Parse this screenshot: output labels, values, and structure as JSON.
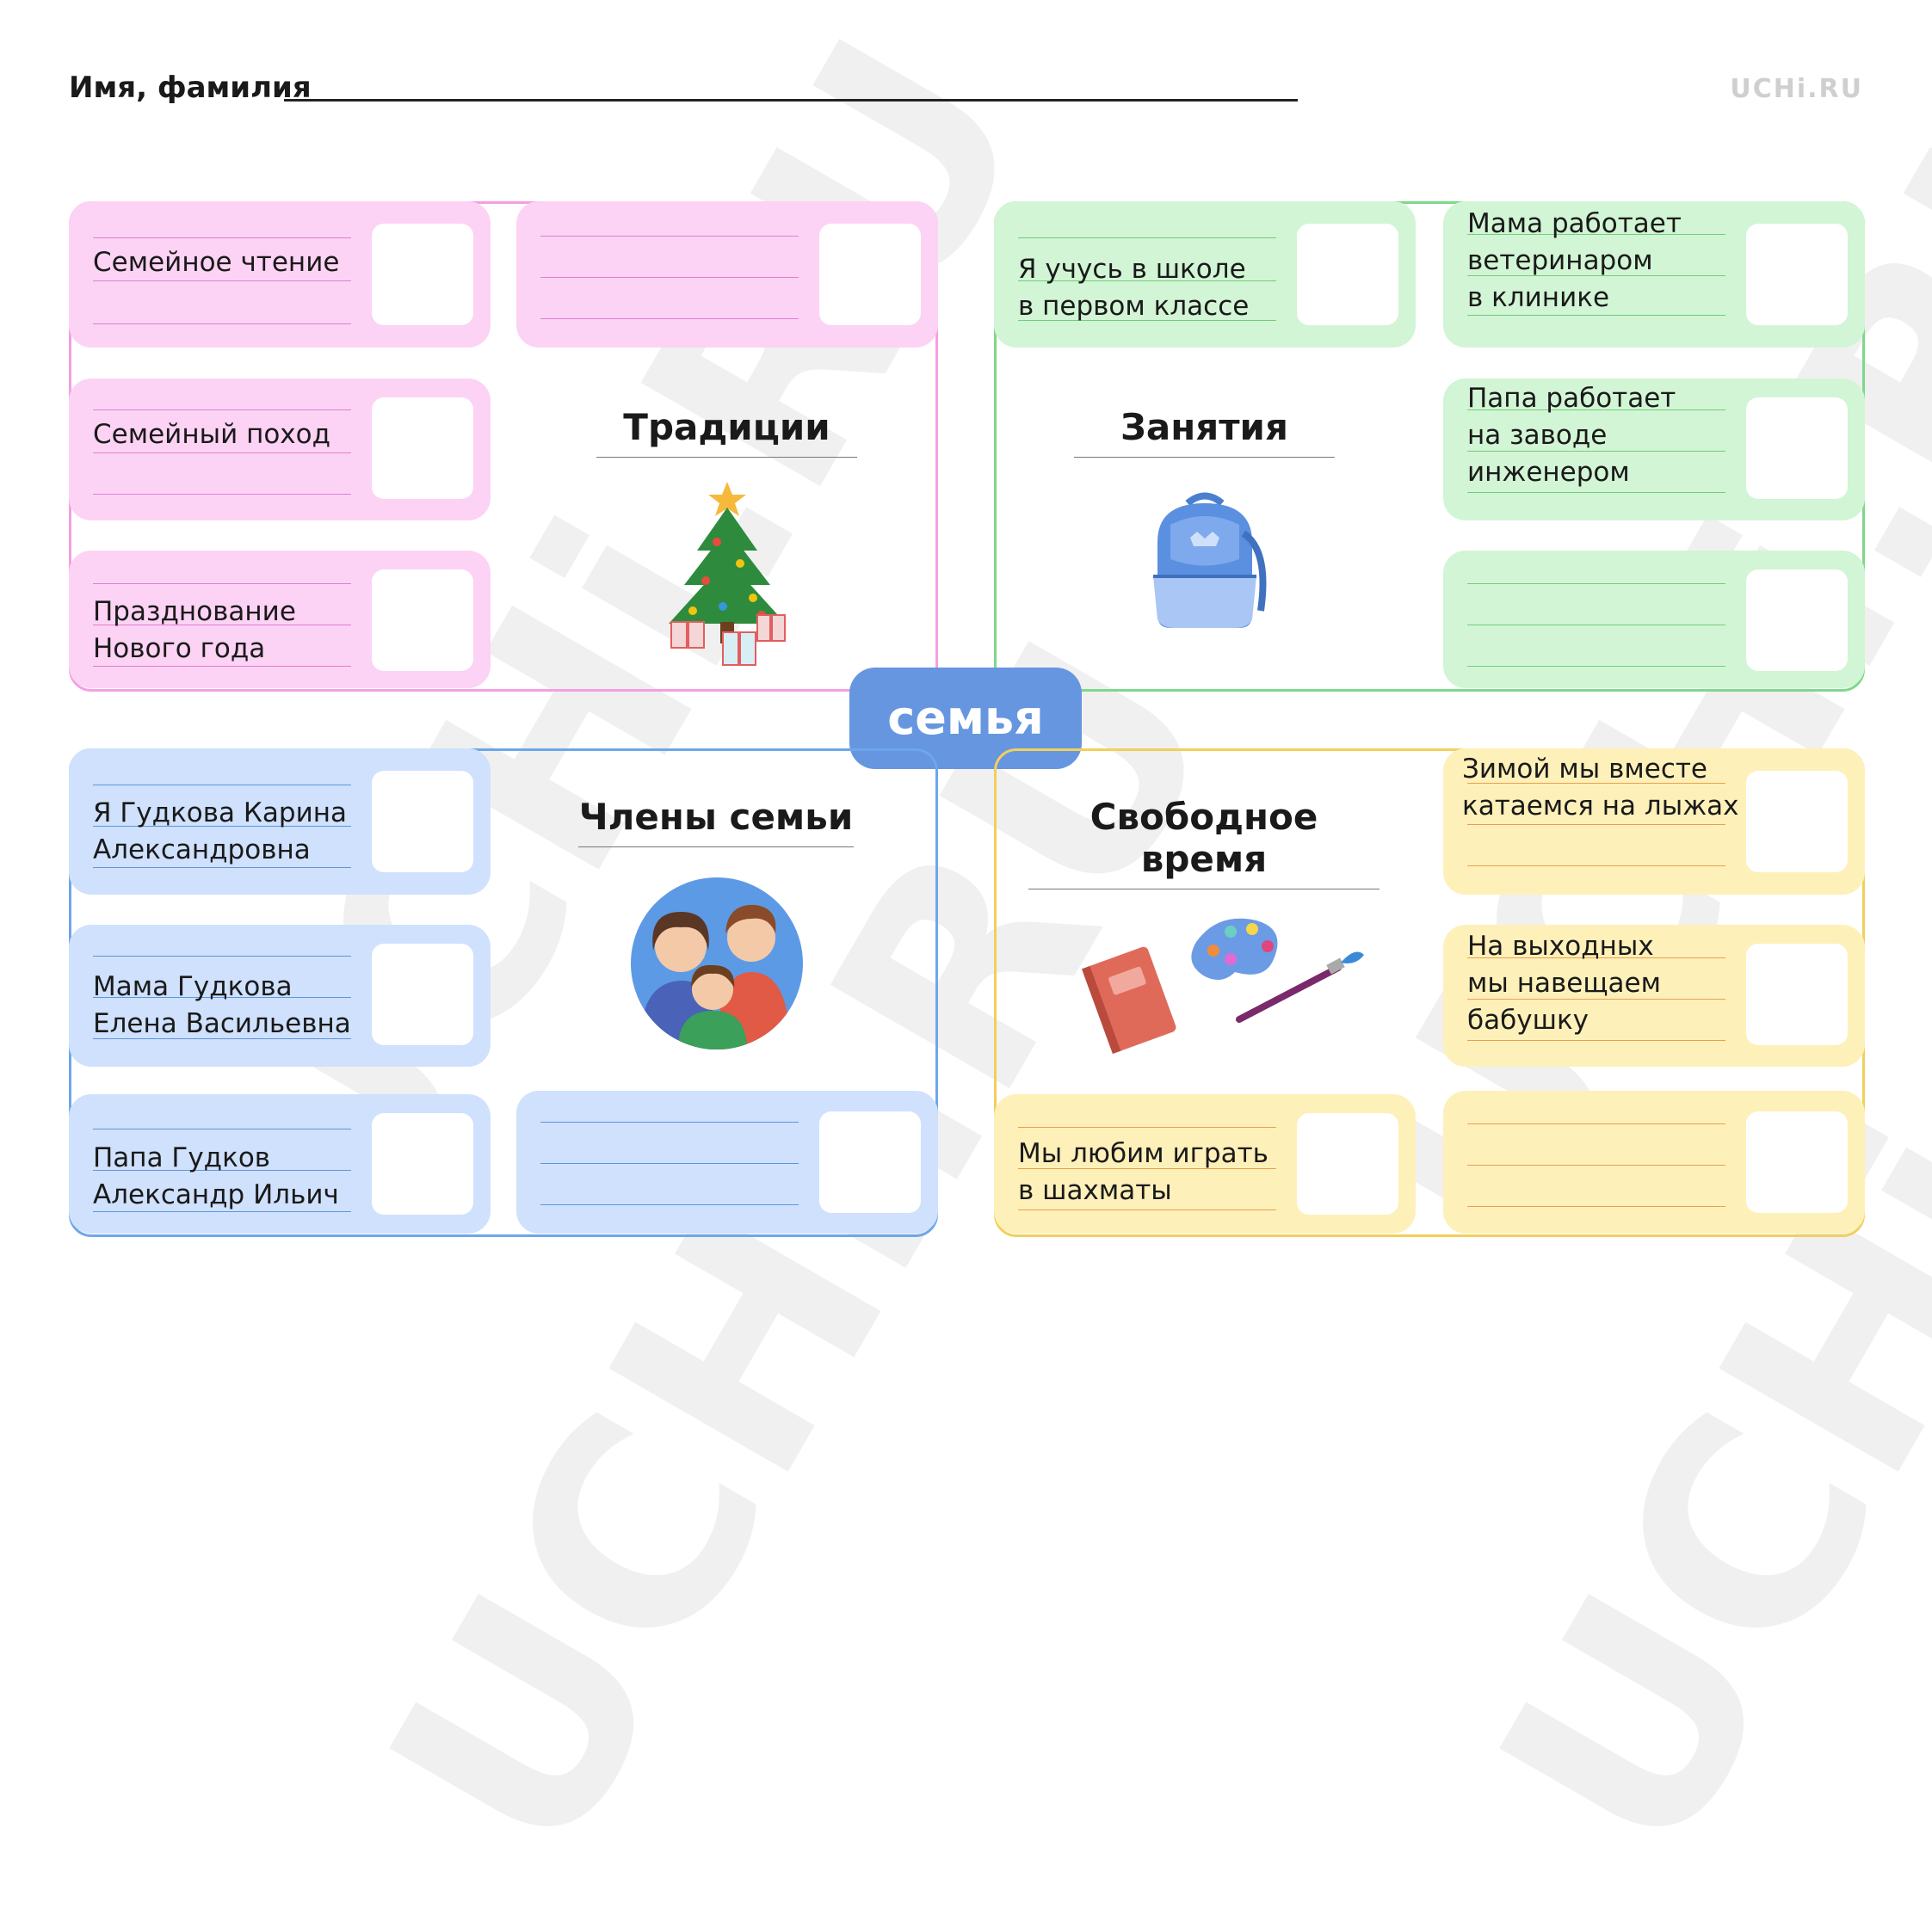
{
  "header": {
    "name_label": "Имя, фамилия",
    "logo": "UCHi.RU"
  },
  "center": {
    "label": "семья"
  },
  "watermark": "UCHi.RU",
  "quadrants": {
    "traditions": {
      "title": "Традиции",
      "cards": [
        {
          "text": [
            "Семейное чтение"
          ]
        },
        {
          "text": []
        },
        {
          "text": [
            "Семейный поход"
          ]
        },
        {
          "text": [
            "Празднование",
            "Нового года"
          ]
        }
      ]
    },
    "activities": {
      "title": "Занятия",
      "cards": [
        {
          "text": [
            "Я учусь в школе",
            "в первом классе"
          ]
        },
        {
          "text": [
            "Мама работает",
            "ветеринаром",
            "в клинике"
          ]
        },
        {
          "text": [
            "Папа работает",
            "на заводе",
            "инженером"
          ]
        },
        {
          "text": []
        }
      ]
    },
    "members": {
      "title": "Члены семьи",
      "cards": [
        {
          "text": [
            "Я Гудкова Карина",
            "Александровна"
          ]
        },
        {
          "text": [
            "Мама Гудкова",
            "Елена Васильевна"
          ]
        },
        {
          "text": [
            "Папа Гудков",
            "Александр Ильич"
          ]
        },
        {
          "text": []
        }
      ]
    },
    "free_time": {
      "title": "Свободное время",
      "cards": [
        {
          "text": [
            "Зимой мы вместе",
            "катаемся на лыжах"
          ]
        },
        {
          "text": [
            "На выходных",
            "мы навещаем",
            "бабушку"
          ]
        },
        {
          "text": [
            "Мы любим играть",
            "в шахматы"
          ]
        },
        {
          "text": []
        }
      ]
    }
  },
  "icons": [
    "christmas-tree-icon",
    "backpack-icon",
    "family-icon",
    "book-palette-brush-icon"
  ]
}
